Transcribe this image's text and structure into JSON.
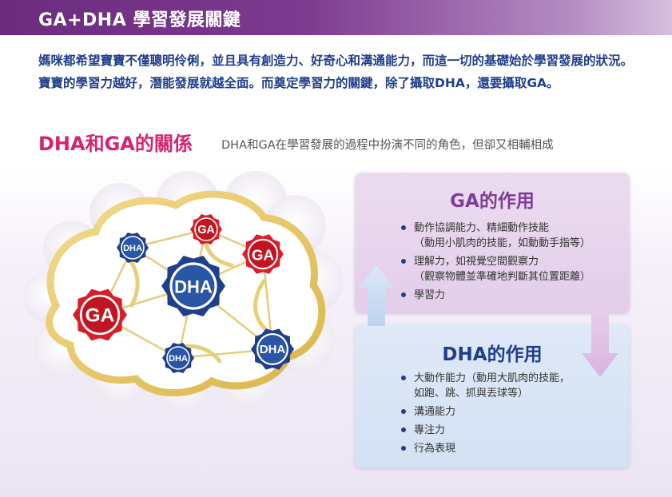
{
  "header": {
    "title": "GA+DHA 學習發展關鍵"
  },
  "intro": {
    "text": "媽咪都希望寶寶不僅聰明伶俐，並且具有創造力、好奇心和溝通能力，而這一切的基礎始於學習發展的狀況。寶寶的學習力越好，潛能發展就越全面。而奠定學習力的關鍵，除了攝取DHA，還要攝取GA。"
  },
  "section": {
    "heading": "DHA和GA的關係",
    "subtitle": "DHA和GA在學習發展的過程中扮演不同的角色，但卻又相輔相成"
  },
  "diagram": {
    "nodes": [
      {
        "label": "GA"
      },
      {
        "label": "DHA"
      },
      {
        "label": "GA"
      },
      {
        "label": "GA"
      },
      {
        "label": "DHA"
      },
      {
        "label": "DHA"
      },
      {
        "label": "DHA"
      }
    ]
  },
  "ga_panel": {
    "title": "GA的作用",
    "items": [
      {
        "line1": "動作協調能力、精細動作技能",
        "line2": "（動用小肌肉的技能，如動動手指等）"
      },
      {
        "line1": "理解力，如視覺空間觀察力",
        "line2": "（觀察物體並準確地判斷其位置距離）"
      },
      {
        "line1": "學習力",
        "line2": ""
      }
    ]
  },
  "dha_panel": {
    "title": "DHA的作用",
    "items": [
      {
        "line1": "大動作能力（動用大肌肉的技能，",
        "line2": "如跑、跳、抓與丟球等）"
      },
      {
        "line1": "溝通能力",
        "line2": ""
      },
      {
        "line1": "專注力",
        "line2": ""
      },
      {
        "line1": "行為表現",
        "line2": ""
      }
    ]
  },
  "colors": {
    "ga_red": "#d71f2a",
    "dha_blue": "#1f3e8c",
    "accent_pink": "#d4246f",
    "header_purple": "#6b2c7e"
  }
}
